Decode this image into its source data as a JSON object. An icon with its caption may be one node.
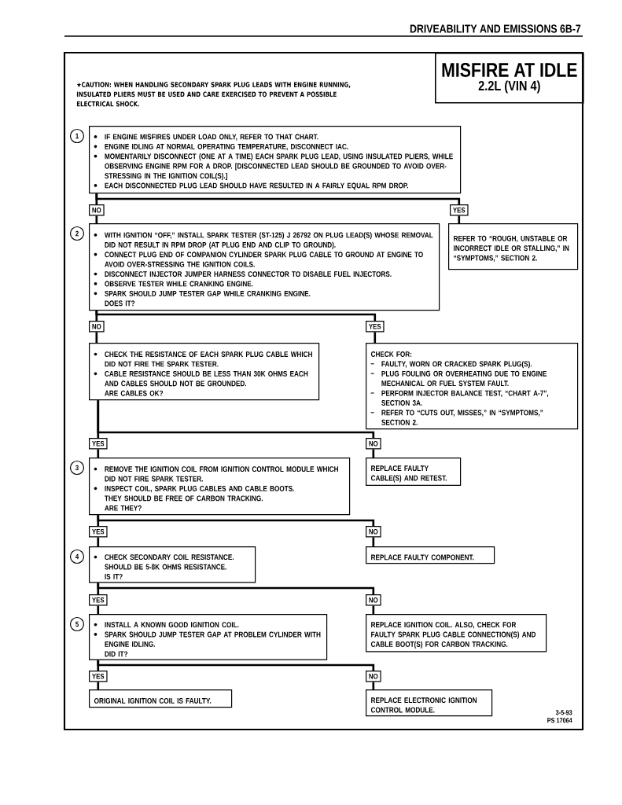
{
  "diagram": {
    "nodes": [
      {
        "text": [
          "MISFIRE AT IDLE",
          "2.2L (VIN 4)"
        ]
      },
      {
        "text": [
          "IF ENGINE MISFIRES UNDER LOAD ONLY, REFER TO THAT CHART.",
          "ENGINE IDLING AT NORMAL OPERATING TEMPERATURE, DISCONNECT IAC.",
          "MOMENTARILY DISCONNECT (ONE AT A TIME) EACH SPARK PLUG LEAD, USING INSULATED PLIERS, WHILE OBSERVING ENGINE RPM FOR A DROP. [DISCONNECTED LEAD SHOULD BE GROUNDED TO AVOID OVER-STRESSING IN THE IGNITION COIL(S).]",
          "EACH DISCONNECTED PLUG LEAD SHOULD HAVE RESULTED IN A FAIRLY EQUAL RPM DROP."
        ],
        "beside": [
          "1"
        ]
      },
      {
        "text": [
          "NO"
        ]
      },
      {
        "text": [
          "YES"
        ]
      },
      {
        "text": [
          "WITH IGNITION “OFF,” INSTALL SPARK TESTER (ST-125) J 26792 ON PLUG LEAD(S) WHOSE REMOVAL DID NOT RESULT IN RPM DROP (AT PLUG END AND CLIP TO GROUND).",
          "CONNECT PLUG END OF COMPANION CYLINDER SPARK PLUG CABLE TO GROUND AT ENGINE TO AVOID OVER-STRESSING THE IGNITION COILS.",
          "DISCONNECT INJECTOR JUMPER HARNESS CONNECTOR TO DISABLE FUEL INJECTORS.",
          "OBSERVE TESTER WHILE CRANKING ENGINE.",
          "SPARK SHOULD JUMP TESTER GAP WHILE CRANKING ENGINE.",
          "DOES IT?"
        ],
        "beside": [
          "2"
        ]
      },
      {
        "text": [
          "REFER TO “ROUGH, UNSTABLE OR INCORRECT IDLE OR STALLING,” IN “SYMPTOMS,” SECTION 2."
        ]
      },
      {
        "text": [
          "NO"
        ]
      },
      {
        "text": [
          "YES"
        ]
      },
      {
        "text": [
          "CHECK THE RESISTANCE OF EACH SPARK PLUG CABLE WHICH DID NOT FIRE THE SPARK TESTER.",
          "CABLE RESISTANCE SHOULD BE LESS THAN 30K OHMS EACH AND CABLES SHOULD NOT BE GROUNDED.",
          "ARE CABLES OK?"
        ]
      },
      {
        "text": [
          "CHECK FOR:",
          "FAULTY, WORN OR CRACKED SPARK PLUG(S).",
          "PLUG FOULING OR OVERHEATING DUE TO ENGINE MECHANICAL OR FUEL SYSTEM FAULT.",
          "PERFORM INJECTOR BALANCE TEST, “CHART A-7”, SECTION 3A.",
          "REFER TO “CUTS OUT, MISSES,” IN “SYMPTOMS,” SECTION 2."
        ]
      },
      {
        "text": [
          "YES"
        ]
      },
      {
        "text": [
          "NO"
        ]
      },
      {
        "text": [
          "REMOVE THE IGNITION COIL FROM IGNITION CONTROL MODULE WHICH DID NOT FIRE SPARK TESTER.",
          "INSPECT COIL, SPARK PLUG CABLES AND CABLE BOOTS.",
          "THEY SHOULD BE FREE OF CARBON TRACKING.",
          "ARE THEY?"
        ],
        "beside": [
          "3"
        ]
      },
      {
        "text": [
          "REPLACE FAULTY CABLE(S) AND RETEST."
        ]
      },
      {
        "text": [
          "YES"
        ]
      },
      {
        "text": [
          "NO"
        ]
      },
      {
        "text": [
          "CHECK SECONDARY COIL RESISTANCE.",
          "SHOULD BE 5-8K OHMS RESISTANCE.",
          "IS IT?"
        ],
        "beside": [
          "4"
        ]
      },
      {
        "text": [
          "REPLACE FAULTY COMPONENT."
        ]
      },
      {
        "text": [
          "YES"
        ]
      },
      {
        "text": [
          "NO"
        ]
      },
      {
        "text": [
          "INSTALL A KNOWN GOOD IGNITION COIL.",
          "SPARK SHOULD JUMP TESTER GAP AT PROBLEM CYLINDER WITH ENGINE IDLING.",
          "DID IT?"
        ],
        "beside": [
          "5"
        ]
      },
      {
        "text": [
          "REPLACE IGNITION COIL. ALSO, CHECK FOR FAULTY SPARK PLUG CABLE CONNECTION(S) AND CABLE BOOT(S) FOR CARBON TRACKING."
        ]
      },
      {
        "text": [
          "YES"
        ]
      },
      {
        "text": [
          "NO"
        ]
      },
      {
        "text": [
          "ORIGINAL IGNITION COIL IS FAULTY."
        ]
      },
      {
        "text": [
          "REPLACE ELECTRONIC IGNITION CONTROL MODULE."
        ]
      }
    ],
    "edges": [
      {
        "from": 1,
        "to": 2,
        "arrow": "none"
      },
      {
        "from": 1,
        "to": 3,
        "arrow": "none"
      },
      {
        "from": 2,
        "to": 4,
        "arrow": "none"
      },
      {
        "from": 3,
        "to": 5,
        "arrow": "none"
      },
      {
        "from": 4,
        "to": 6,
        "arrow": "none"
      },
      {
        "from": 4,
        "to": 7,
        "arrow": "none"
      },
      {
        "from": 6,
        "to": 8,
        "arrow": "none"
      },
      {
        "from": 7,
        "to": 9,
        "arrow": "none"
      },
      {
        "from": 8,
        "to": 10,
        "arrow": "none"
      },
      {
        "from": 8,
        "to": 11,
        "arrow": "none"
      },
      {
        "from": 10,
        "to": 12,
        "arrow": "none"
      },
      {
        "from": 11,
        "to": 13,
        "arrow": "none"
      },
      {
        "from": 12,
        "to": 14,
        "arrow": "none"
      },
      {
        "from": 12,
        "to": 15,
        "arrow": "none"
      },
      {
        "from": 14,
        "to": 16,
        "arrow": "none"
      },
      {
        "from": 15,
        "to": 17,
        "arrow": "none"
      },
      {
        "from": 16,
        "to": 18,
        "arrow": "none"
      },
      {
        "from": 16,
        "to": 19,
        "arrow": "none"
      },
      {
        "from": 18,
        "to": 20,
        "arrow": "none"
      },
      {
        "from": 19,
        "to": 21,
        "arrow": "none"
      },
      {
        "from": 20,
        "to": 22,
        "arrow": "none"
      },
      {
        "from": 20,
        "to": 23,
        "arrow": "none"
      },
      {
        "from": 22,
        "to": 24,
        "arrow": "none"
      },
      {
        "from": 23,
        "to": 25,
        "arrow": "none"
      }
    ],
    "labels": [
      "DRIVEABILITY AND EMISSIONS 6B-7",
      "★CAUTION: WHEN HANDLING SECONDARY SPARK PLUG LEADS WITH ENGINE RUNNING, INSULATED PLIERS MUST BE USED AND CARE EXERCISED TO PREVENT A POSSIBLE ELECTRICAL SHOCK.",
      "3-5-93",
      "PS 17064"
    ]
  }
}
